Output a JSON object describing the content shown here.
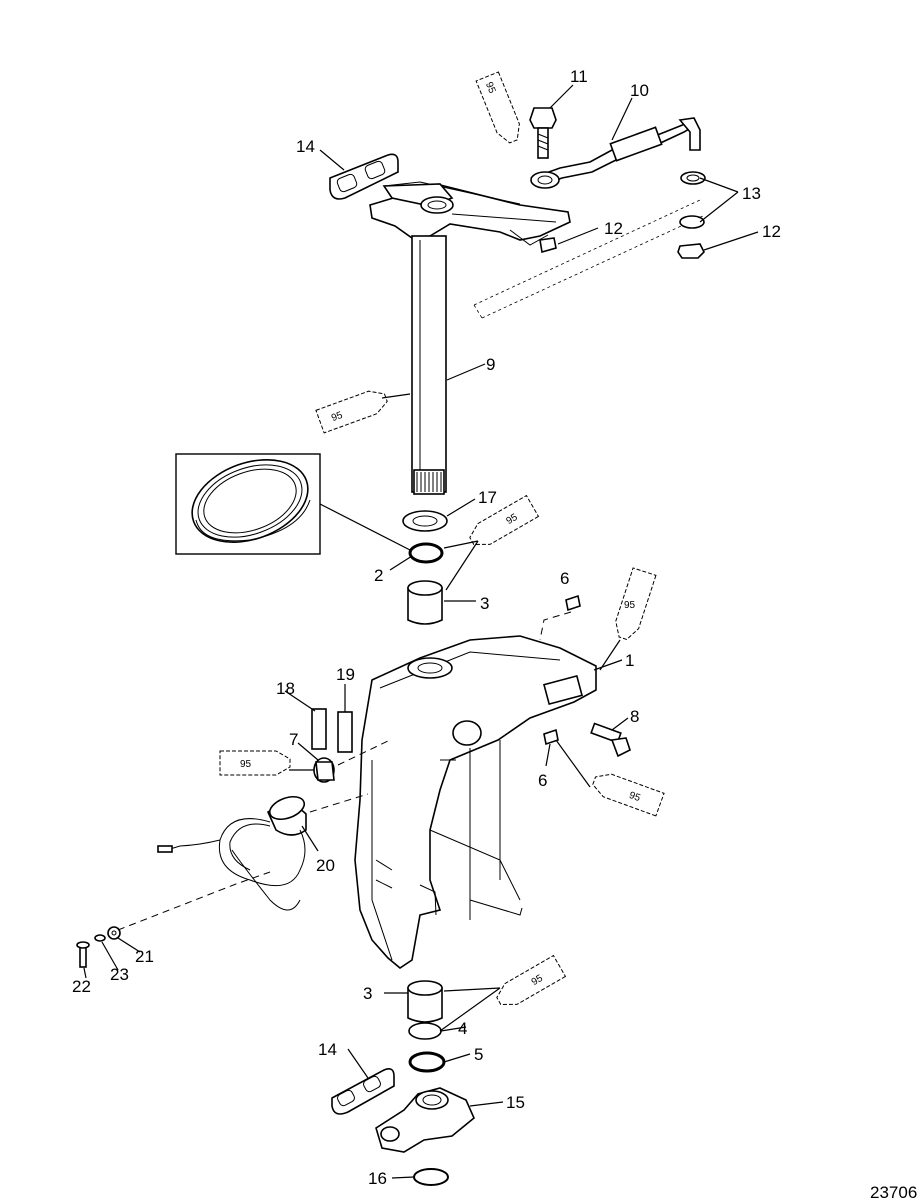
{
  "diagram": {
    "drawing_number": "23706",
    "sealant_code": "95",
    "callouts": {
      "c1": "1",
      "c2": "2",
      "c3a": "3",
      "c3b": "3",
      "c4": "4",
      "c5": "5",
      "c6a": "6",
      "c6b": "6",
      "c7": "7",
      "c8": "8",
      "c9": "9",
      "c10": "10",
      "c11": "11",
      "c12a": "12",
      "c12b": "12",
      "c13": "13",
      "c14a": "14",
      "c14b": "14",
      "c15": "15",
      "c16": "16",
      "c17": "17",
      "c18": "18",
      "c19": "19",
      "c20": "20",
      "c21": "21",
      "c22": "22",
      "c23": "23"
    }
  }
}
